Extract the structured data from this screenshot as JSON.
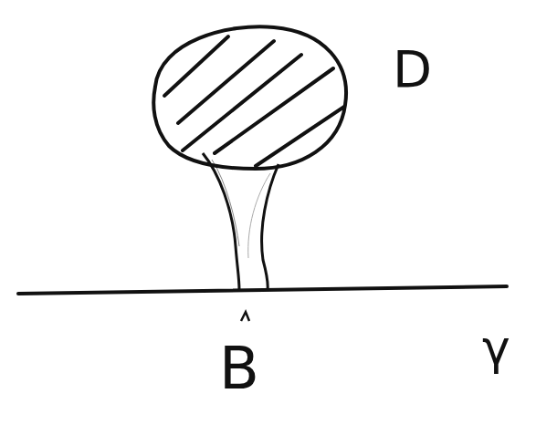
{
  "diagram": {
    "labels": [
      "D",
      "B",
      "γ"
    ]
  }
}
